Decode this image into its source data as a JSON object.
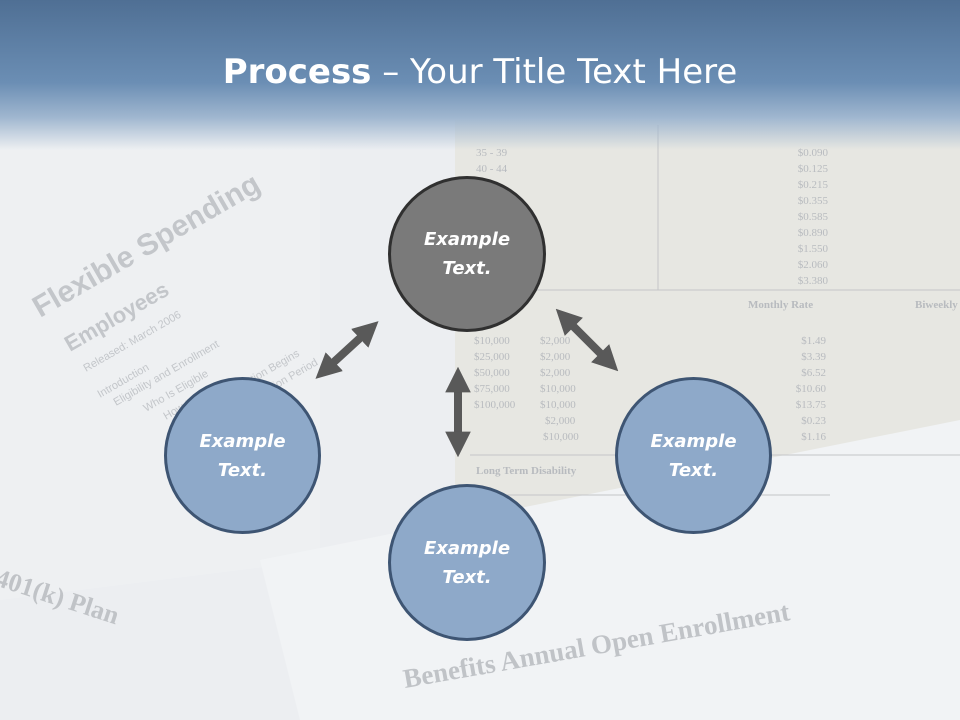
{
  "slide": {
    "title_bold": "Process",
    "title_rest": " – Your Title Text Here"
  },
  "nodes": {
    "top": {
      "line1": "Example",
      "line2": "Text."
    },
    "left": {
      "line1": "Example",
      "line2": "Text."
    },
    "bottom": {
      "line1": "Example",
      "line2": "Text."
    },
    "right": {
      "line1": "Example",
      "line2": "Text."
    }
  },
  "background_photo": {
    "words": [
      "Flexible Spending",
      "Employees",
      "Released: March 2006",
      "Introduction",
      "Eligibility and Enrollment",
      "Who Is Eligible",
      "How to Enroll",
      "Participation Begins",
      "Participation Period",
      "401(k) Plan",
      "Benefits Annual Open Enrollment",
      "Long Term Disability",
      "Monthly Rate",
      "Biweekly"
    ],
    "ages": [
      "35 - 39",
      "40 - 44"
    ],
    "rates": [
      "$0.090",
      "$0.125",
      "$0.215",
      "$0.355",
      "$0.585",
      "$0.890",
      "$1.550",
      "$2.060",
      "$3.380"
    ],
    "coverage": [
      "$10,000",
      "$25,000",
      "$50,000",
      "$75,000",
      "$100,000"
    ],
    "child": [
      "$2,000",
      "$2,000",
      "$2,000",
      "$10,000",
      "$10,000",
      "$2,000",
      "$10,000"
    ],
    "monthly": [
      "$1.49",
      "$3.39",
      "$6.52",
      "$10.60",
      "$13.75",
      "$0.23",
      "$1.16"
    ]
  },
  "colors": {
    "header": "#5f81a8",
    "node_gray": "#7a7a7a",
    "node_blue": "#8ea9c9",
    "arrow": "#5a5a5a"
  }
}
